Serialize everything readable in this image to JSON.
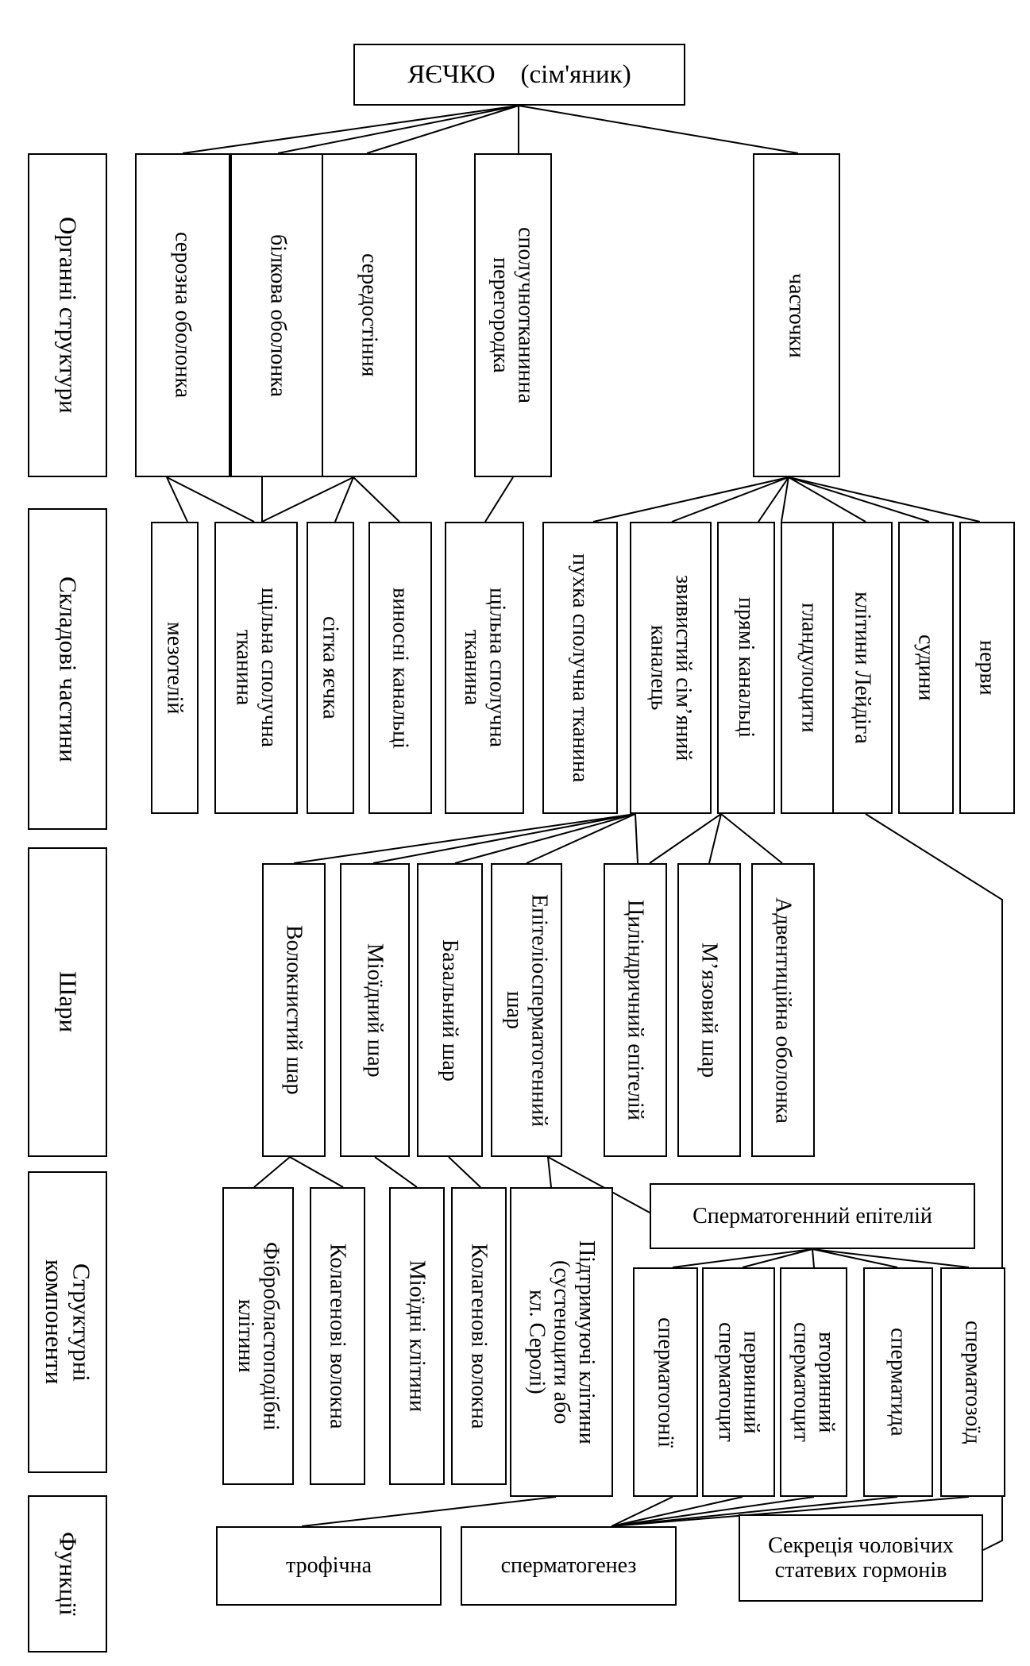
{
  "title": {
    "main": "ЯЄЧКО",
    "sub": "(сім'яник)"
  },
  "row_labels": {
    "organ_structures": "Органні структури",
    "components": "Складові частини",
    "layers": "Шари",
    "structural_components": "Структурні\nкомпоненти",
    "functions": "Функції"
  },
  "organ_structures": {
    "serous": "серозна оболонка",
    "albuginea": "білкова оболонка",
    "mediastinum": "середостіння",
    "septa": "сполучнотканинна\nперегородка",
    "lobules": "часточки"
  },
  "components": {
    "mesothelium": "мезотелій",
    "dense_ct_1": "щільна сполучна\nтканина",
    "rete_testis": "сітка яєчка",
    "efferent": "виносні канальці",
    "dense_ct_2": "щільна сполучна\nтканина",
    "loose_ct": "пухка сполучна тканина",
    "convoluted": "звивистий сім’яний\nканалець",
    "straight": "прямі канальці",
    "glandulocytes": "гландулоцити",
    "leydig": "клітини Лейдіга",
    "vessels": "судини",
    "nerves": "нерви"
  },
  "layers": {
    "fibrous": "Волокнистий шар",
    "myoid": "Міоїдний шар",
    "basal": "Базальний шар",
    "epitheliospermatogenic": "Епітеліосперматогенний\nшар",
    "cylindrical": "Циліндричний епітелій",
    "muscular": "М’язовий шар",
    "adventitia": "Адвентиційна оболонка"
  },
  "structural_components": {
    "fibroblast_like": "Фібробластоподібні\nклітини",
    "collagen_1": "Колагенові волокна",
    "myoid_cells": "Міоїдні клітини",
    "collagen_2": "Колагенові волокна",
    "supporting": "Підтримуючі клітини\n(сустеноцити або\nкл. Серолі)",
    "spermatogenic_epithelium": "Сперматогенний епітелій",
    "spermatogonia": "сперматогонії",
    "primary_spermatocyte": "первинний\nсперматоцит",
    "secondary_spermatocyte": "вторинний\nсперматоцит",
    "spermatid": "сперматида",
    "spermatozoid": "сперматозоїд"
  },
  "functions": {
    "trophic": "трофічна",
    "spermatogenesis": "сперматогенез",
    "secretion": "Секреція чоловічих\nстатевих гормонів"
  }
}
